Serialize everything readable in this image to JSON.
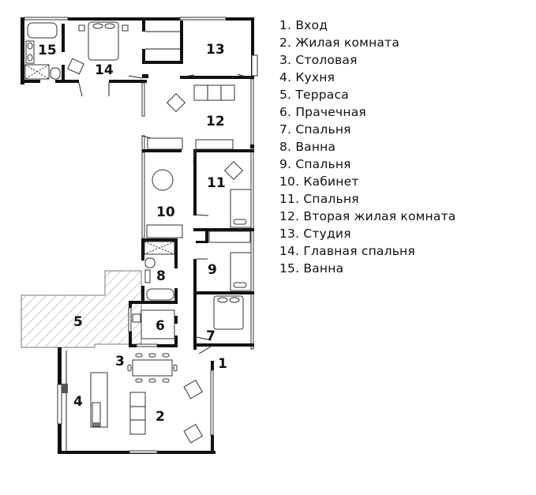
{
  "plan": {
    "rooms": [
      {
        "num": "1",
        "name": "Вход"
      },
      {
        "num": "2",
        "name": "Жилая комната"
      },
      {
        "num": "3",
        "name": "Столовая"
      },
      {
        "num": "4",
        "name": "Кухня"
      },
      {
        "num": "5",
        "name": "Терраса"
      },
      {
        "num": "6",
        "name": "Прачечная"
      },
      {
        "num": "7",
        "name": "Спальня"
      },
      {
        "num": "8",
        "name": "Ванна"
      },
      {
        "num": "9",
        "name": "Спальня"
      },
      {
        "num": "10",
        "name": "Кабинет"
      },
      {
        "num": "11",
        "name": "Спальня"
      },
      {
        "num": "12",
        "name": "Вторая жилая комната"
      },
      {
        "num": "13",
        "name": "Студия"
      },
      {
        "num": "14",
        "name": "Главная спальня"
      },
      {
        "num": "15",
        "name": "Ванна"
      }
    ]
  },
  "legend": {
    "items": [
      "1. Вход",
      "2. Жилая комната",
      "3. Столовая",
      "4. Кухня",
      "5. Терраса",
      "6. Прачечная",
      "7. Спальня",
      "8. Ванна",
      "9. Спальня",
      "10. Кабинет",
      "11. Спальня",
      "12. Вторая жилая комната",
      "13. Студия",
      "14. Главная спальня",
      "15. Ванна"
    ]
  },
  "colors": {
    "wall": "#111111",
    "line": "#333333",
    "terrace_hatch": "#999999",
    "background": "#ffffff"
  }
}
